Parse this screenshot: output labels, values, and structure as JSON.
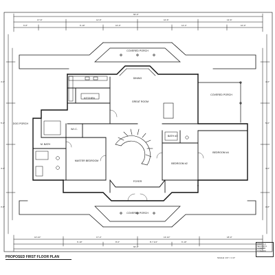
{
  "sheet": {
    "title": "PROPOSED FIRST FLOOR PLAN",
    "scale_note": "SCALE: 1/4\" = 1'-0\"",
    "title_block_lines": [
      "FIRST FLO",
      "SECOND FL",
      "COVERED",
      "TOTAL UNI"
    ]
  },
  "rooms": {
    "covered_porch_top": {
      "name": "COVERED PORCH",
      "size": ""
    },
    "dining": {
      "name": "DINING",
      "size": ""
    },
    "great_room": {
      "name": "GREAT ROOM",
      "size": ""
    },
    "kitchen": {
      "name": "KITCHEN",
      "size": ""
    },
    "covered_porch_right": {
      "name": "COVERED PORCH",
      "size": ""
    },
    "dog_porch": {
      "name": "DOG PORCH",
      "size": ""
    },
    "wic": {
      "name": "W.I.C.",
      "size": ""
    },
    "master_bedroom": {
      "name": "MASTER BEDROOM",
      "size": ""
    },
    "master_bath": {
      "name": "M. BATH",
      "size": ""
    },
    "bath_3": {
      "name": "BATH #3",
      "size": ""
    },
    "bedroom_2": {
      "name": "BEDROOM #2",
      "size": ""
    },
    "bedroom_4": {
      "name": "BEDROOM #4",
      "size": ""
    },
    "foyer": {
      "name": "FOYER",
      "size": ""
    },
    "covered_porch_bottom": {
      "name": "COVERED PORCH",
      "size": ""
    }
  },
  "dimensions": {
    "overall_top": "60'-0\"",
    "top_segments": [
      "17'-6\"",
      "12'-6\"",
      "10'-6\"",
      "13'-6\""
    ],
    "top_interior": [
      "6'-8\"",
      "6'-10\"",
      "10'-0\"",
      "12'-4\"",
      "10'-0\""
    ],
    "overall_bottom": "60'-0\"",
    "bottom_segments": [
      "10'-10\"",
      "17'-4\"",
      "13'-10\"",
      "18'-0\""
    ],
    "bottom_interior": [
      "6'-10\"",
      "8'-0\"",
      "8'-7 1/4\"",
      "6'-10\""
    ],
    "left_side": [
      "4'-0\"",
      "5'-0\"",
      "4'-0\"",
      "3'-8\""
    ],
    "right_side": [
      "4'-0\"",
      "5'-0\"",
      "4'-0\"",
      "3'-8\""
    ]
  }
}
